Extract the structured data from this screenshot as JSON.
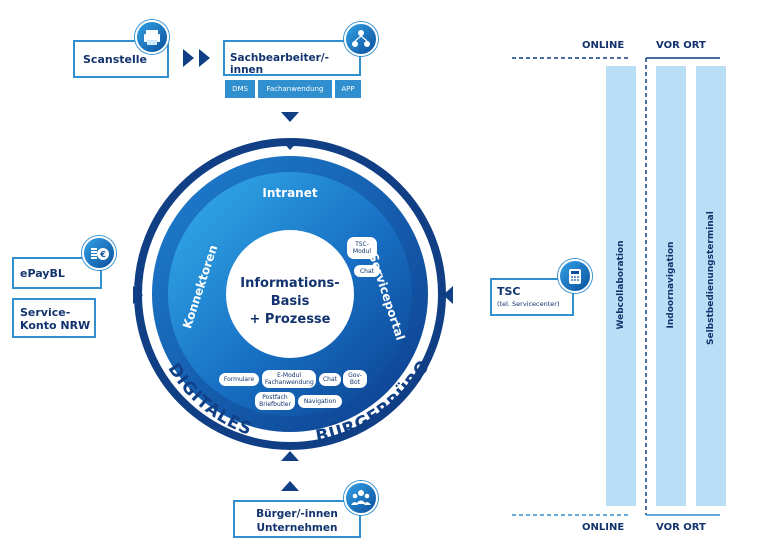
{
  "top": {
    "scan_label": "Scanstelle",
    "clerk_label": "Sachbearbeiter/-innen",
    "chips": [
      "DMS",
      "Fachanwendung",
      "APP"
    ]
  },
  "left": {
    "epay_label": "ePayBL",
    "service_label_1": "Service-",
    "service_label_2": "Konto NRW"
  },
  "right": {
    "tsc_label": "TSC",
    "tsc_sub": "(tel. Servicecenter)"
  },
  "bottom": {
    "citizens_label_1": "Bürger/-innen",
    "citizens_label_2": "Unternehmen"
  },
  "circle": {
    "ring_top": "Intranet",
    "ring_left": "Konnektoren",
    "ring_right": "Serviceportal",
    "outer_left": "DIGITALES",
    "outer_right": "BÜRGERBÜRO",
    "center_1": "Informations-",
    "center_2": "Basis",
    "center_3": "+ Prozesse",
    "tsc_modul_1": "TSC-",
    "tsc_modul_2": "Modul",
    "chat_top": "Chat",
    "pills": {
      "formulare": "Formulare",
      "emodul_1": "E-Modul",
      "emodul_2": "Fachanwendung",
      "chat": "Chat",
      "govbot_1": "Gov-",
      "govbot_2": "Bot",
      "postfach_1": "Postfach",
      "postfach_2": "Briefbutler",
      "navigation": "Navigation"
    }
  },
  "channels": {
    "online_top": "ONLINE",
    "vorort_top": "VOR ORT",
    "online_bottom": "ONLINE",
    "vorort_bottom": "VOR ORT",
    "columns": [
      "Webcollaboration",
      "Indoornavigation",
      "Selbstbedienungsterminal"
    ]
  },
  "colors": {
    "accent": "#2f8fcf",
    "navy": "#12336e",
    "light_column": "#b9dff7"
  }
}
